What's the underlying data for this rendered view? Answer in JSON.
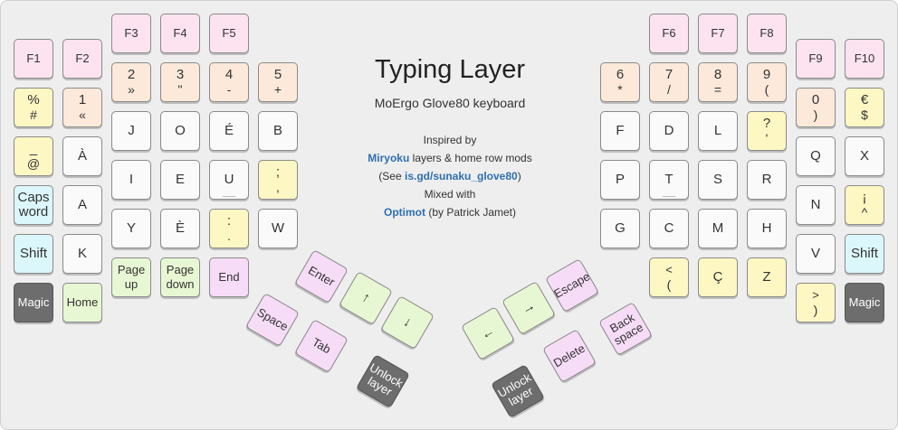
{
  "title": "Typing Layer",
  "subtitle": "MoErgo Glove80 keyboard",
  "credits": {
    "inspired": "Inspired by",
    "miryoku": "Miryoku",
    "layers_mods": " layers & home row mods",
    "see_open": "(See ",
    "see_link": "is.gd/sunaku_glove80",
    "see_close": ")",
    "mixed": "Mixed with",
    "optimot": "Optimot",
    "author": " (by Patrick Jamet)"
  },
  "colors": {
    "white": "#fafafa",
    "pink": "#fde3ef",
    "peach": "#fde9d9",
    "yellow": "#fdf7c3",
    "cyan": "#dcf7fb",
    "green": "#e8f7d3",
    "lilac": "#f6dcf7",
    "dark": "#6d6d6d",
    "link": "#2f6fb0"
  },
  "keys": {
    "f1": "F1",
    "f2": "F2",
    "f3": "F3",
    "f4": "F4",
    "f5": "F5",
    "f6": "F6",
    "f7": "F7",
    "f8": "F8",
    "f9": "F9",
    "f10": "F10",
    "k2": [
      "2",
      "»"
    ],
    "k3": [
      "3",
      "\""
    ],
    "k4": [
      "4",
      "-"
    ],
    "k5": [
      "5",
      "+"
    ],
    "k6": [
      "6",
      "*"
    ],
    "k7": [
      "7",
      "/"
    ],
    "k8": [
      "8",
      "="
    ],
    "k9": [
      "9",
      "("
    ],
    "k0": [
      "0",
      ")"
    ],
    "keuro": [
      "€",
      "$"
    ],
    "kpercent": [
      "%",
      "#"
    ],
    "k1": [
      "1",
      "«"
    ],
    "kj": "J",
    "ko": "O",
    "keacute": "É",
    "kb": "B",
    "kf": "F",
    "kd": "D",
    "kl": "L",
    "kquestion": [
      "?",
      "'"
    ],
    "kq": "Q",
    "kx": "X",
    "kunderscore": [
      "_",
      "@"
    ],
    "kagrave": "À",
    "ki": "I",
    "ke": "E",
    "ku": "U",
    "ksemi": [
      ";",
      ","
    ],
    "kp": "P",
    "kt": "T",
    "ks": "S",
    "kr": "R",
    "kn": "N",
    "kexclaim": [
      "¡",
      "^"
    ],
    "capsword": "Caps\nword",
    "ka": "A",
    "ky": "Y",
    "kegrave": "È",
    "kcolon": [
      ":",
      "."
    ],
    "kw": "W",
    "kg": "G",
    "kc": "C",
    "km": "M",
    "kh": "H",
    "kv": "V",
    "shift_right": "Shift",
    "shift_left": "Shift",
    "kk": "K",
    "pageup": "Page\nup",
    "pagedown": "Page\ndown",
    "end": "End",
    "klt": [
      "<",
      "("
    ],
    "kccedil": "Ç",
    "kz": "Z",
    "kgt": [
      ">",
      ")"
    ],
    "magic_right": "Magic",
    "magic_left": "Magic",
    "home": "Home",
    "enter": "Enter",
    "arrow_up": "↑",
    "arrow_down": "↓",
    "space": "Space",
    "tab": "Tab",
    "unlock_left": "Unlock\nlayer",
    "arrow_left": "←",
    "arrow_right": "→",
    "escape": "Escape",
    "delete": "Delete",
    "backspace": "Back\nspace",
    "unlock_right": "Unlock\nlayer"
  }
}
